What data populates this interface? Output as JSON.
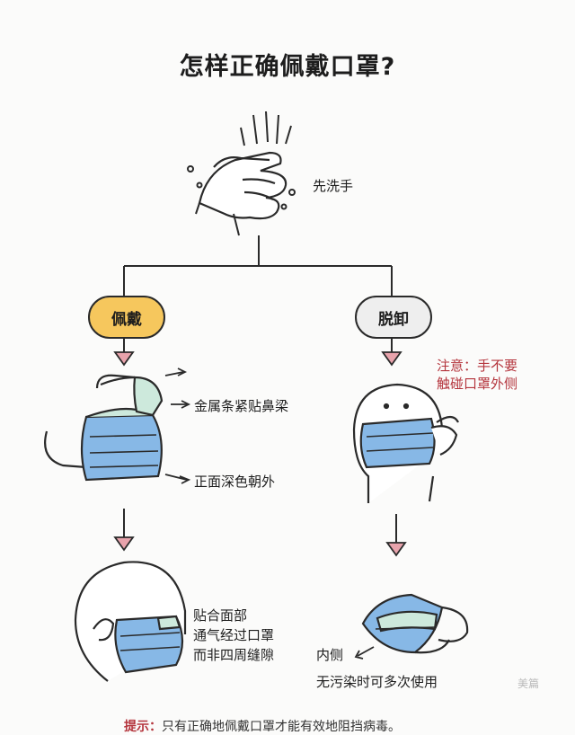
{
  "title": "怎样正确佩戴口罩?",
  "step_wash": "先洗手",
  "branch_wear": "佩戴",
  "branch_remove": "脱卸",
  "wear_labels": {
    "metal_strip": "金属条紧贴鼻梁",
    "dark_side_out": "正面深色朝外",
    "fit_line1": "贴合面部",
    "fit_line2": "通气经过口罩",
    "fit_line3": "而非四周缝隙"
  },
  "remove_labels": {
    "caution_line1": "注意：手不要",
    "caution_line2": "触碰口罩外侧",
    "inner_side": "内侧",
    "reuse": "无污染时可多次使用"
  },
  "tip": {
    "prefix": "提示：",
    "text": "只有正确地佩戴口罩才能有效地阻挡病毒。"
  },
  "watermark": "美篇",
  "colors": {
    "mask_blue": "#87b8e6",
    "mask_green": "#cde9dc",
    "wear_pill": "#f6c75d",
    "remove_pill": "#eeeeee",
    "arrow_fill": "#e8a3ac",
    "accent_red": "#b4343c"
  }
}
